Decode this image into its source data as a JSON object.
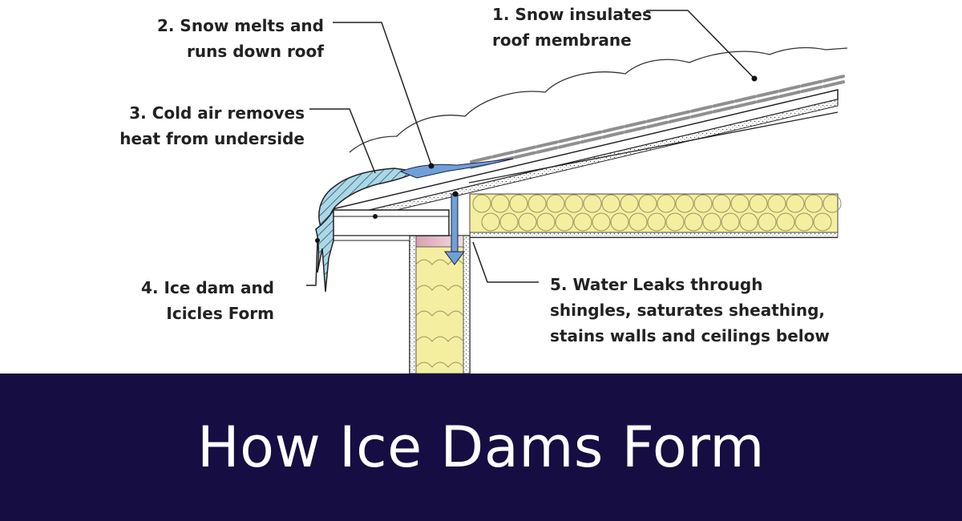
{
  "diagram": {
    "labels": {
      "snow_insulates": {
        "line1": "1. Snow insulates",
        "line2": "roof membrane"
      },
      "snow_melts": {
        "line1": "2. Snow melts and",
        "line2": "runs down roof"
      },
      "cold_air": {
        "line1": "3. Cold air removes",
        "line2": "heat from underside"
      },
      "ice_dam": {
        "line1": "4. Ice dam and",
        "line2": "Icicles Form"
      },
      "water_leaks": {
        "line1": "5. Water Leaks through",
        "line2": "shingles, saturates sheathing,",
        "line3": "stains walls and ceilings below"
      }
    },
    "colors": {
      "ice": "#a9d8e8",
      "water": "#6fa0d8",
      "insulation": "#f4eea0",
      "wall_stain": "#e3b6c2",
      "shingle": "#8f8f8f",
      "line": "#222222"
    }
  },
  "banner": {
    "title": "How Ice Dams Form",
    "background": "#160d42",
    "text_color": "#ffffff"
  }
}
